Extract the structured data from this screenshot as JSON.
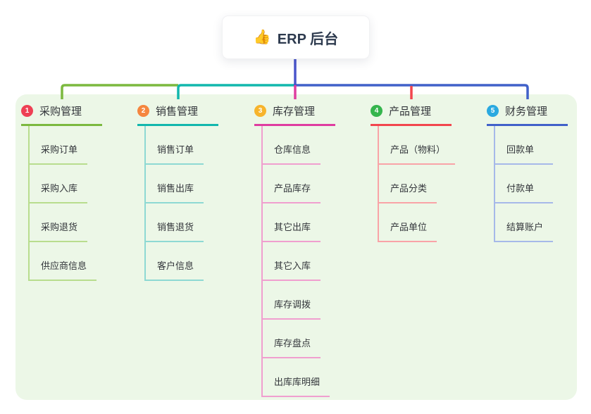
{
  "root": {
    "title": "ERP 后台",
    "icon": "thumbs-up-icon",
    "icon_char": "👍",
    "line_color": "#4a55cb"
  },
  "canvas": {
    "background": "#ffffff",
    "panel_color": "#ecf7e7"
  },
  "branches": [
    {
      "number": "1",
      "label": "采购管理",
      "badge_color": "#ee4054",
      "line_color": "#7cb93f",
      "line_light": "#b8dd8e",
      "children": [
        "采购订单",
        "采购入库",
        "采购退货",
        "供应商信息"
      ]
    },
    {
      "number": "2",
      "label": "销售管理",
      "badge_color": "#f5863f",
      "line_color": "#12b7ad",
      "line_light": "#8ed9d3",
      "children": [
        "销售订单",
        "销售出库",
        "销售退货",
        "客户信息"
      ]
    },
    {
      "number": "3",
      "label": "库存管理",
      "badge_color": "#f7b42c",
      "line_color": "#df3da0",
      "line_light": "#f09fcf",
      "children": [
        "仓库信息",
        "产品库存",
        "其它出库",
        "其它入库",
        "库存调拨",
        "库存盘点",
        "出库库明细"
      ]
    },
    {
      "number": "4",
      "label": "产品管理",
      "badge_color": "#35b54d",
      "line_color": "#f2464e",
      "line_light": "#f9a3a7",
      "children": [
        "产品（物料）",
        "产品分类",
        "产品单位"
      ]
    },
    {
      "number": "5",
      "label": "财务管理",
      "badge_color": "#2aa9e0",
      "line_color": "#4161c9",
      "line_light": "#a6b9e9",
      "children": [
        "回款单",
        "付款单",
        "结算账户"
      ]
    }
  ]
}
